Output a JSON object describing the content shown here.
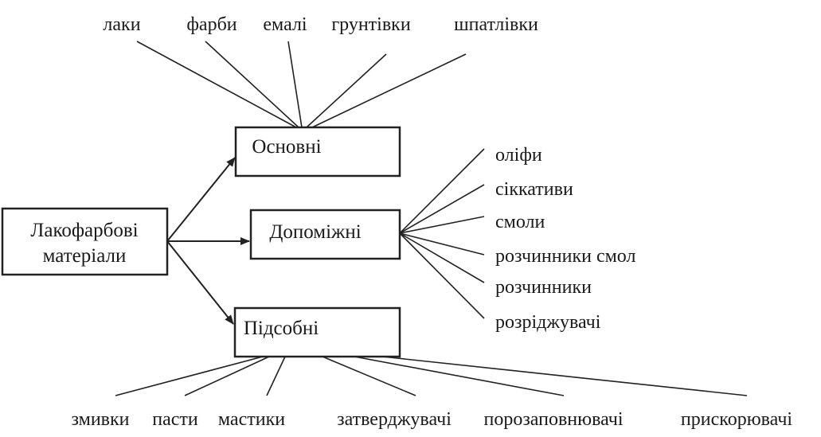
{
  "root": {
    "line1": "Лакофарбові",
    "line2": "матеріали"
  },
  "categories": {
    "main": "Основні",
    "auxiliary": "Допоміжні",
    "supporting": "Підсобні"
  },
  "main_items": [
    "лаки",
    "фарби",
    "емалі",
    "грунтівки",
    "шпатлівки"
  ],
  "auxiliary_items": [
    "оліфи",
    "сіккативи",
    "смоли",
    "розчинники смол",
    "розчинники",
    "розріджувачі"
  ],
  "supporting_items": [
    "змивки",
    "пасти",
    "мастики",
    "затверджувачі",
    "порозаповнювачі",
    "прискорювачі"
  ]
}
